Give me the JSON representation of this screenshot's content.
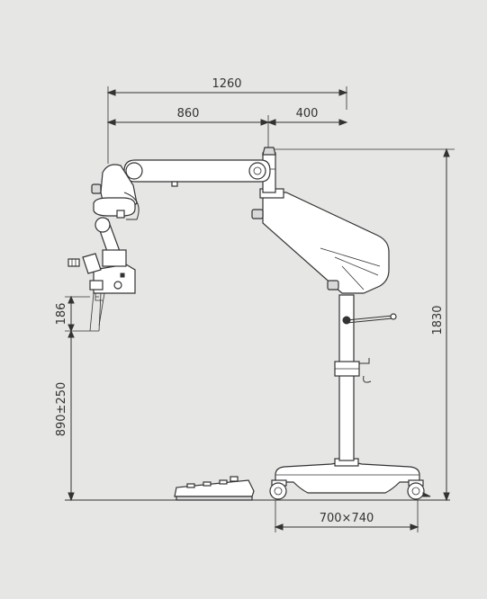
{
  "colors": {
    "background": "#e6e6e4",
    "line": "#333333",
    "part_fill": "#ffffff",
    "shade_fill": "#d9d9d9"
  },
  "dimensions": {
    "total_reach": "1260",
    "arm_reach": "860",
    "column_offset": "400",
    "total_height": "1830",
    "focus_range": "186",
    "working_height": "890±250",
    "base_footprint": "700×740"
  }
}
